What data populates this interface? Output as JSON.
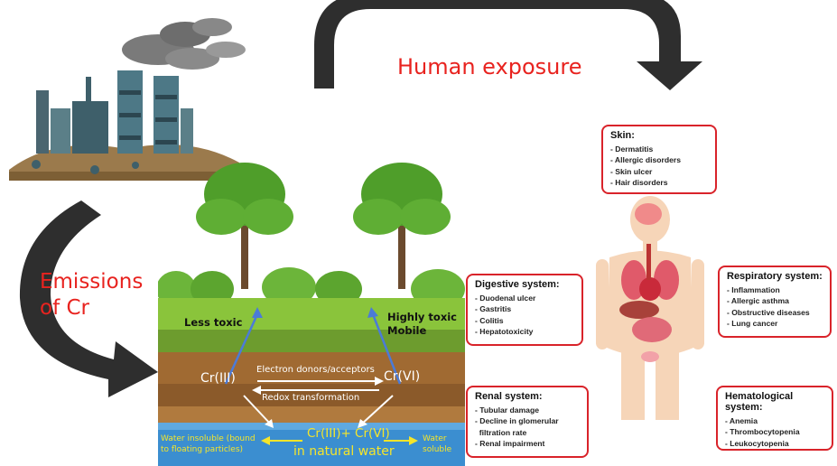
{
  "labels": {
    "human_exposure": "Human exposure",
    "emissions_line1": "Emissions",
    "emissions_line2": "of Cr"
  },
  "soil": {
    "less_toxic": "Less toxic",
    "highly_toxic": "Highly toxic",
    "mobile": "Mobile",
    "cr3": "Cr(III)",
    "cr6": "Cr(VI)",
    "electron": "Electron donors/acceptors",
    "redox": "Redox transformation",
    "mix": "Cr(III)+ Cr(VI)",
    "natural_water": "in natural water",
    "insoluble_1": "Water insoluble (bound",
    "insoluble_2": "to floating particles)",
    "water_1": "Water",
    "water_2": "soluble"
  },
  "boxes": {
    "skin": {
      "title": "Skin:",
      "items": [
        "- Dermatitis",
        "- Allergic disorders",
        "- Skin ulcer",
        "- Hair disorders"
      ]
    },
    "digestive": {
      "title": "Digestive system:",
      "items": [
        "- Duodenal ulcer",
        "- Gastritis",
        "- Colitis",
        "- Hepatotoxicity"
      ]
    },
    "respiratory": {
      "title": "Respiratory system:",
      "items": [
        "- Inflammation",
        "- Allergic asthma",
        "- Obstructive diseases",
        "- Lung cancer"
      ]
    },
    "renal": {
      "title": "Renal system:",
      "items": [
        "- Tubular damage",
        "- Decline in glomerular",
        "  filtration rate",
        "- Renal impairment"
      ]
    },
    "hematological": {
      "title": "Hematological system:",
      "items": [
        "- Anemia",
        "- Thrombocytopenia",
        "- Leukocytopenia"
      ]
    }
  },
  "colors": {
    "accent_red": "#e8231f",
    "box_border": "#d9232a",
    "arrow": "#2b2b2b",
    "water_text": "#f5e52a"
  }
}
